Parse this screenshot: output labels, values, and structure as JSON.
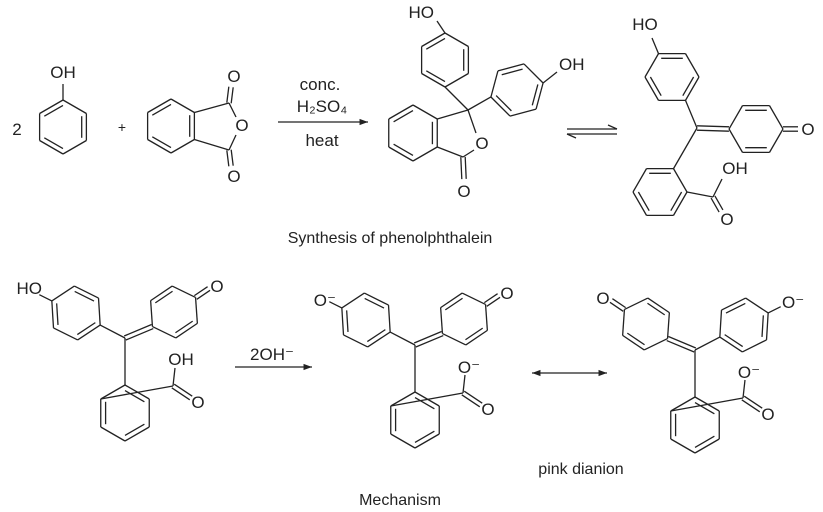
{
  "synthesis": {
    "coefficient": "2",
    "plus": "+",
    "phenol_label": "OH",
    "anhydride_labels": [
      "O",
      "O",
      "O"
    ],
    "conditions": [
      "conc.",
      "H₂SO₄",
      "heat"
    ],
    "phenolphthalein_labels": [
      "HO",
      "OH",
      "O",
      "O"
    ],
    "quinoid_labels": [
      "HO",
      "O",
      "OH",
      "O"
    ],
    "caption": "Synthesis of phenolphthalein"
  },
  "mechanism": {
    "reactant_labels": [
      "HO",
      "O",
      "OH",
      "O"
    ],
    "reagent": "2OH⁻",
    "dianion1_labels": [
      "O⁻",
      "O",
      "O⁻",
      "O"
    ],
    "dianion2_labels": [
      "O",
      "O⁻",
      "O⁻",
      "O"
    ],
    "product_caption": "pink dianion",
    "caption": "Mechanism"
  },
  "colors": {
    "ink": "#222222",
    "background": "#ffffff"
  }
}
